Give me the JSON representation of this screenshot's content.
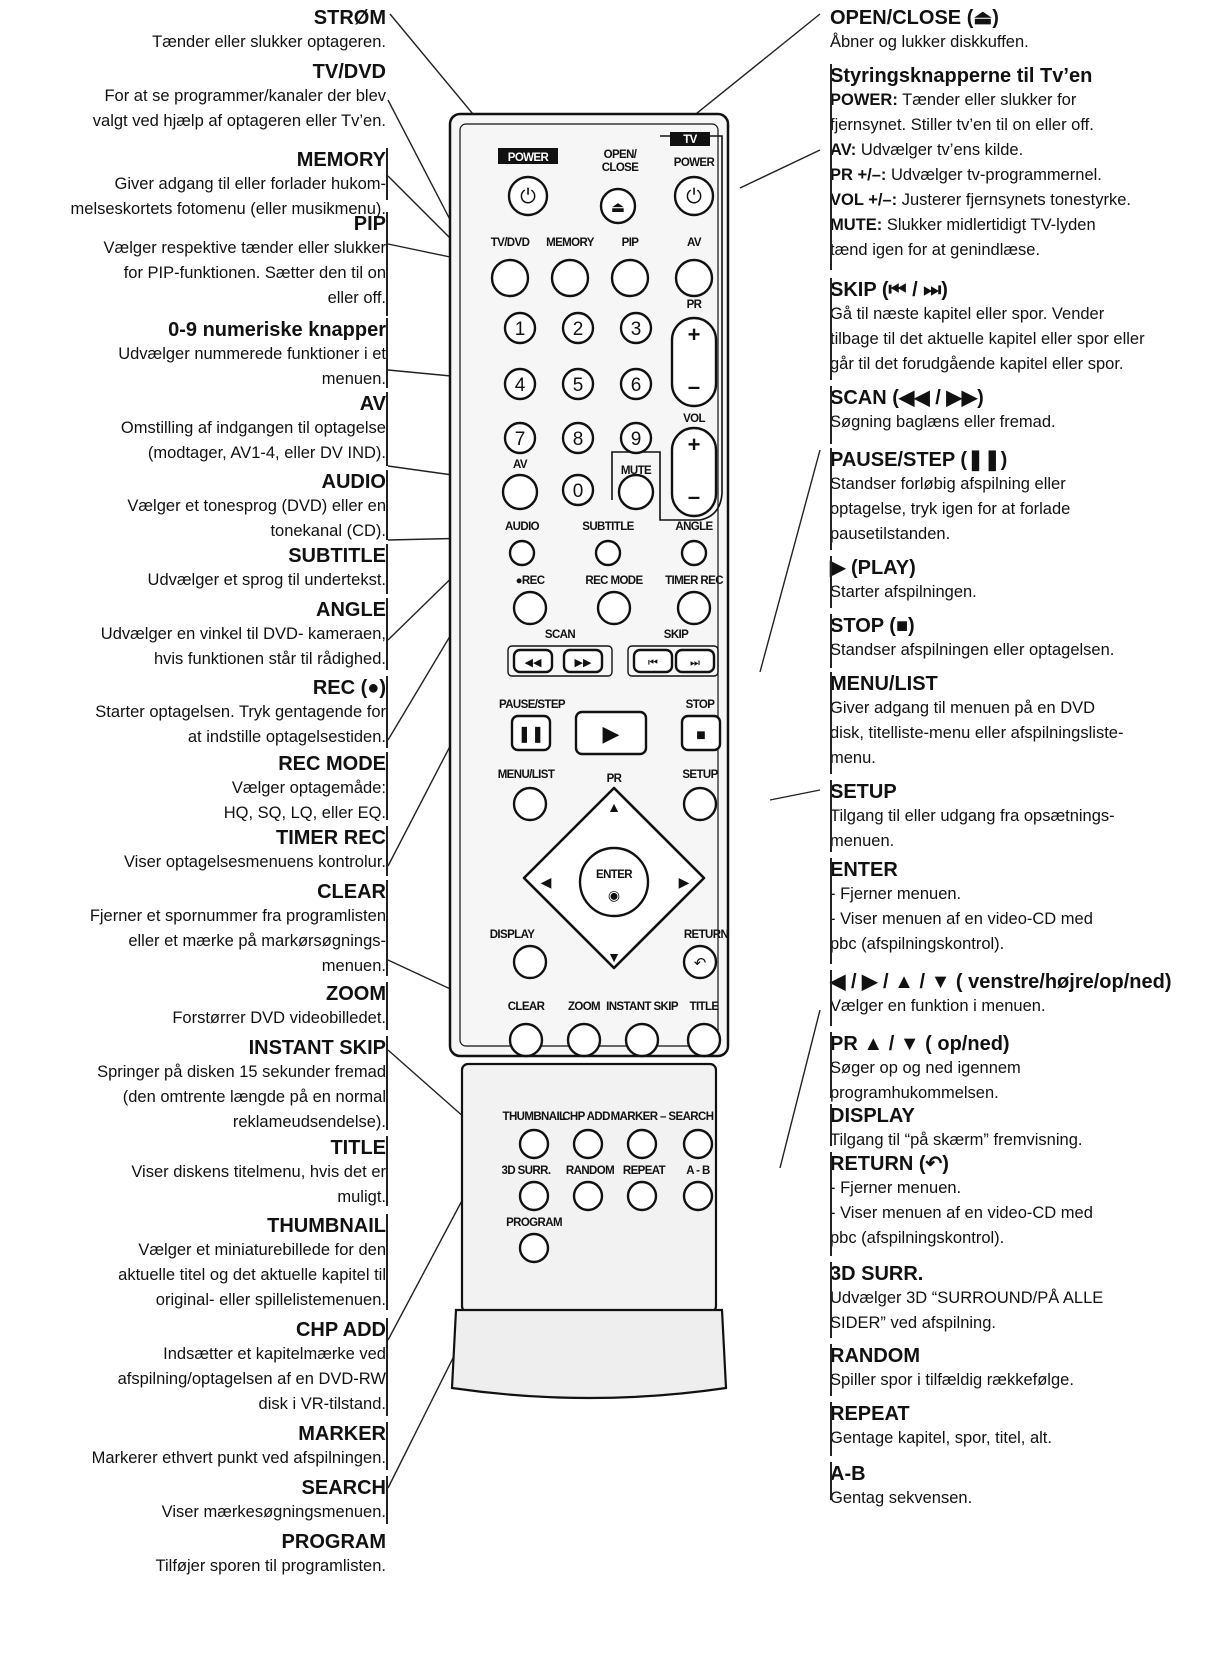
{
  "left": [
    {
      "t": "STRØM",
      "d": "Tænder eller slukker optageren."
    },
    {
      "t": "TV/DVD",
      "d": "For at se programmer/kanaler der blev\nvalgt ved hjælp af optageren eller Tv’en."
    },
    {
      "t": "MEMORY",
      "d": "Giver adgang til eller forlader hukom-\nmelseskortets fotomenu (eller musikmenu)."
    },
    {
      "t": "PIP",
      "d": "Vælger respektive tænder eller slukker\nfor PIP-funktionen. Sætter den til on\neller off."
    },
    {
      "t": "0-9 numeriske knapper",
      "d": "Udvælger nummerede funktioner i et\nmenuen."
    },
    {
      "t": "AV",
      "d": "Omstilling af indgangen til optagelse\n(modtager, AV1-4, eller DV IND)."
    },
    {
      "t": "AUDIO",
      "d": "Vælger et tonesprog (DVD) eller en\ntonekanal (CD)."
    },
    {
      "t": "SUBTITLE",
      "d": "Udvælger et sprog til undertekst."
    },
    {
      "t": "ANGLE",
      "d": "Udvælger en vinkel til DVD- kameraen,\nhvis funktionen står til rådighed."
    },
    {
      "t": "REC (●)",
      "d": "Starter optagelsen. Tryk gentagende for\nat indstille optagelsestiden."
    },
    {
      "t": "REC MODE",
      "d": "Vælger optagemåde:\nHQ, SQ, LQ, eller EQ."
    },
    {
      "t": "TIMER REC",
      "d": "Viser optagelsesmenuens kontrolur."
    },
    {
      "t": "CLEAR",
      "d": "Fjerner et spornummer fra programlisten\neller et mærke på markørsøgnings-\nmenuen."
    },
    {
      "t": "ZOOM",
      "d": "Forstørrer DVD videobilledet."
    },
    {
      "t": "INSTANT SKIP",
      "d": "Springer på disken 15 sekunder fremad\n(den omtrente længde på en normal\nreklameudsendelse)."
    },
    {
      "t": "TITLE",
      "d": "Viser diskens titelmenu, hvis det er\nmuligt."
    },
    {
      "t": "THUMBNAIL",
      "d": "Vælger et miniaturebillede for den\naktuelle titel og det aktuelle kapitel til\noriginal- eller spillelistemenuen."
    },
    {
      "t": "CHP ADD",
      "d": "Indsætter et kapitelmærke ved\nafspilning/optagelsen af en DVD-RW\ndisk i VR-tilstand."
    },
    {
      "t": "MARKER",
      "d": "Markerer ethvert punkt ved afspilningen."
    },
    {
      "t": "SEARCH",
      "d": "Viser mærkesøgningsmenuen."
    },
    {
      "t": "PROGRAM",
      "d": "Tilføjer sporen til programlisten."
    }
  ],
  "right": [
    {
      "t": "OPEN/CLOSE (⏏)",
      "d": "Åbner og lukker diskkuffen."
    },
    {
      "t": "Styringsknapperne til Tv’en",
      "rows": [
        {
          "k": "POWER:",
          "v": " Tænder eller slukker for\nfjernsynet. Stiller tv’en til on eller off."
        },
        {
          "k": "AV:",
          "v": " Udvælger tv’ens kilde."
        },
        {
          "k": "PR +/–:",
          "v": " Udvælger tv-programmernel."
        },
        {
          "k": "VOL +/–:",
          "v": " Justerer fjernsynets tonestyrke."
        },
        {
          "k": "MUTE:",
          "v": " Slukker midlertidigt TV-lyden\ntænd igen for at genindlæse."
        }
      ]
    },
    {
      "t": "SKIP (⏮ / ⏭)",
      "d": "Gå til næste kapitel eller spor. Vender\ntilbage til det aktuelle kapitel eller spor eller\ngår til det forudgående kapitel eller spor."
    },
    {
      "t": "SCAN (◀◀ / ▶▶)",
      "d": "Søgning baglæns eller fremad."
    },
    {
      "t": "PAUSE/STEP (❚❚)",
      "d": "Standser forløbig afspilning eller\noptagelse, tryk igen for at forlade\npausetilstanden."
    },
    {
      "t": "▶ (PLAY)",
      "d": "Starter afspilningen."
    },
    {
      "t": "STOP (■)",
      "d": "Standser afspilningen eller optagelsen."
    },
    {
      "t": "MENU/LIST",
      "d": "Giver adgang til menuen på en DVD\ndisk, titelliste-menu eller afspilningsliste-\nmenu."
    },
    {
      "t": "SETUP",
      "d": "Tilgang til eller udgang fra opsætnings-\nmenuen."
    },
    {
      "t": "ENTER",
      "d": "-  Fjerner menuen.\n-  Viser menuen af en video-CD med\n    pbc (afspilningskontrol)."
    },
    {
      "t": "◀ / ▶ / ▲ / ▼ ( venstre/højre/op/ned)",
      "d": "Vælger en funktion i menuen."
    },
    {
      "t": "PR ▲ / ▼ ( op/ned)",
      "d": "Søger op og ned igennem\nprogramhukommelsen."
    },
    {
      "t": "DISPLAY",
      "d": "Tilgang til “på skærm” fremvisning."
    },
    {
      "t": "RETURN (↶)",
      "d": "-  Fjerner menuen.\n-  Viser menuen af en video-CD med\n    pbc (afspilningskontrol)."
    },
    {
      "t": "3D SURR.",
      "d": "Udvælger 3D “SURROUND/PÅ ALLE\nSIDER” ved afspilning."
    },
    {
      "t": "RANDOM",
      "d": "Spiller spor i tilfældig rækkefølge."
    },
    {
      "t": "REPEAT",
      "d": "Gentage kapitel, spor, titel, alt."
    },
    {
      "t": "A-B",
      "d": "Gentag sekvensen."
    }
  ],
  "remote": {
    "power": "POWER",
    "open_close": "OPEN/\nCLOSE",
    "tv": "TV",
    "tv_power": "POWER",
    "tv_dvd": "TV/DVD",
    "memory": "MEMORY",
    "pip": "PIP",
    "av": "AV",
    "pr": "PR",
    "vol": "VOL",
    "mute": "MUTE",
    "av2": "AV",
    "audio": "AUDIO",
    "subtitle": "SUBTITLE",
    "angle": "ANGLE",
    "rec": "●REC",
    "rec_mode": "REC MODE",
    "timer_rec": "TIMER REC",
    "scan": "SCAN",
    "skip": "SKIP",
    "pause_step": "PAUSE/STEP",
    "stop": "STOP",
    "menu_list": "MENU/LIST",
    "pr2": "PR",
    "setup": "SETUP",
    "enter": "ENTER",
    "display": "DISPLAY",
    "return": "RETURN",
    "clear": "CLEAR",
    "zoom": "ZOOM",
    "instant_skip": "INSTANT SKIP",
    "title": "TITLE",
    "thumbnail": "THUMBNAIL",
    "chp_add": "CHP ADD",
    "marker_search": "MARKER – SEARCH",
    "surr": "3D SURR.",
    "random": "RANDOM",
    "repeat": "REPEAT",
    "ab": "A - B",
    "program": "PROGRAM",
    "digits": [
      "1",
      "2",
      "3",
      "4",
      "5",
      "6",
      "7",
      "8",
      "9",
      "0"
    ]
  }
}
